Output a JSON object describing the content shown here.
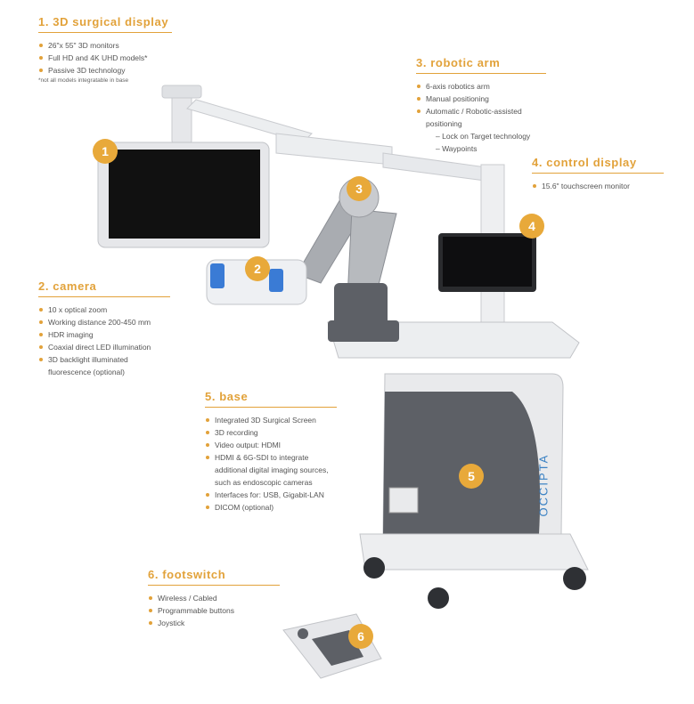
{
  "sections": {
    "display": {
      "title": "1. 3D surgical display",
      "items": [
        "26\"x 55\" 3D monitors",
        "Full HD and 4K UHD models*",
        "Passive 3D technology"
      ],
      "note": "*not all models integratable in base"
    },
    "arm": {
      "title": "3. robotic arm",
      "items": [
        "6-axis robotics arm",
        "Manual positioning",
        "Automatic / Robotic-assisted",
        "positioning"
      ],
      "subitems": [
        "– Lock on Target technology",
        "– Waypoints"
      ]
    },
    "control": {
      "title": "4. control display",
      "items": [
        "15.6\" touchscreen monitor"
      ]
    },
    "camera": {
      "title": "2. camera",
      "items": [
        "10 x optical zoom",
        "Working distance 200-450 mm",
        "HDR imaging",
        "Coaxial direct LED illumination",
        "3D backlight illuminated",
        "fluorescence (optional)"
      ]
    },
    "base": {
      "title": "5. base",
      "items": [
        "Integrated 3D Surgical Screen",
        "3D recording",
        "Video output: HDMI",
        "HDMI & 6G-SDI to integrate",
        "additional digital imaging sources,",
        "such as endoscopic cameras",
        "Interfaces for: USB, Gigabit-LAN",
        "DICOM (optional)"
      ]
    },
    "footswitch": {
      "title": "6. footswitch",
      "items": [
        "Wireless / Cabled",
        "Programmable buttons",
        "Joystick"
      ]
    }
  },
  "badges": [
    "1",
    "2",
    "3",
    "4",
    "5",
    "6"
  ],
  "brand": "OCCIPTA",
  "colors": {
    "accent": "#e2a23a",
    "badge": "#e8a93a",
    "body": "#e9eaec",
    "dark": "#5d6066"
  }
}
